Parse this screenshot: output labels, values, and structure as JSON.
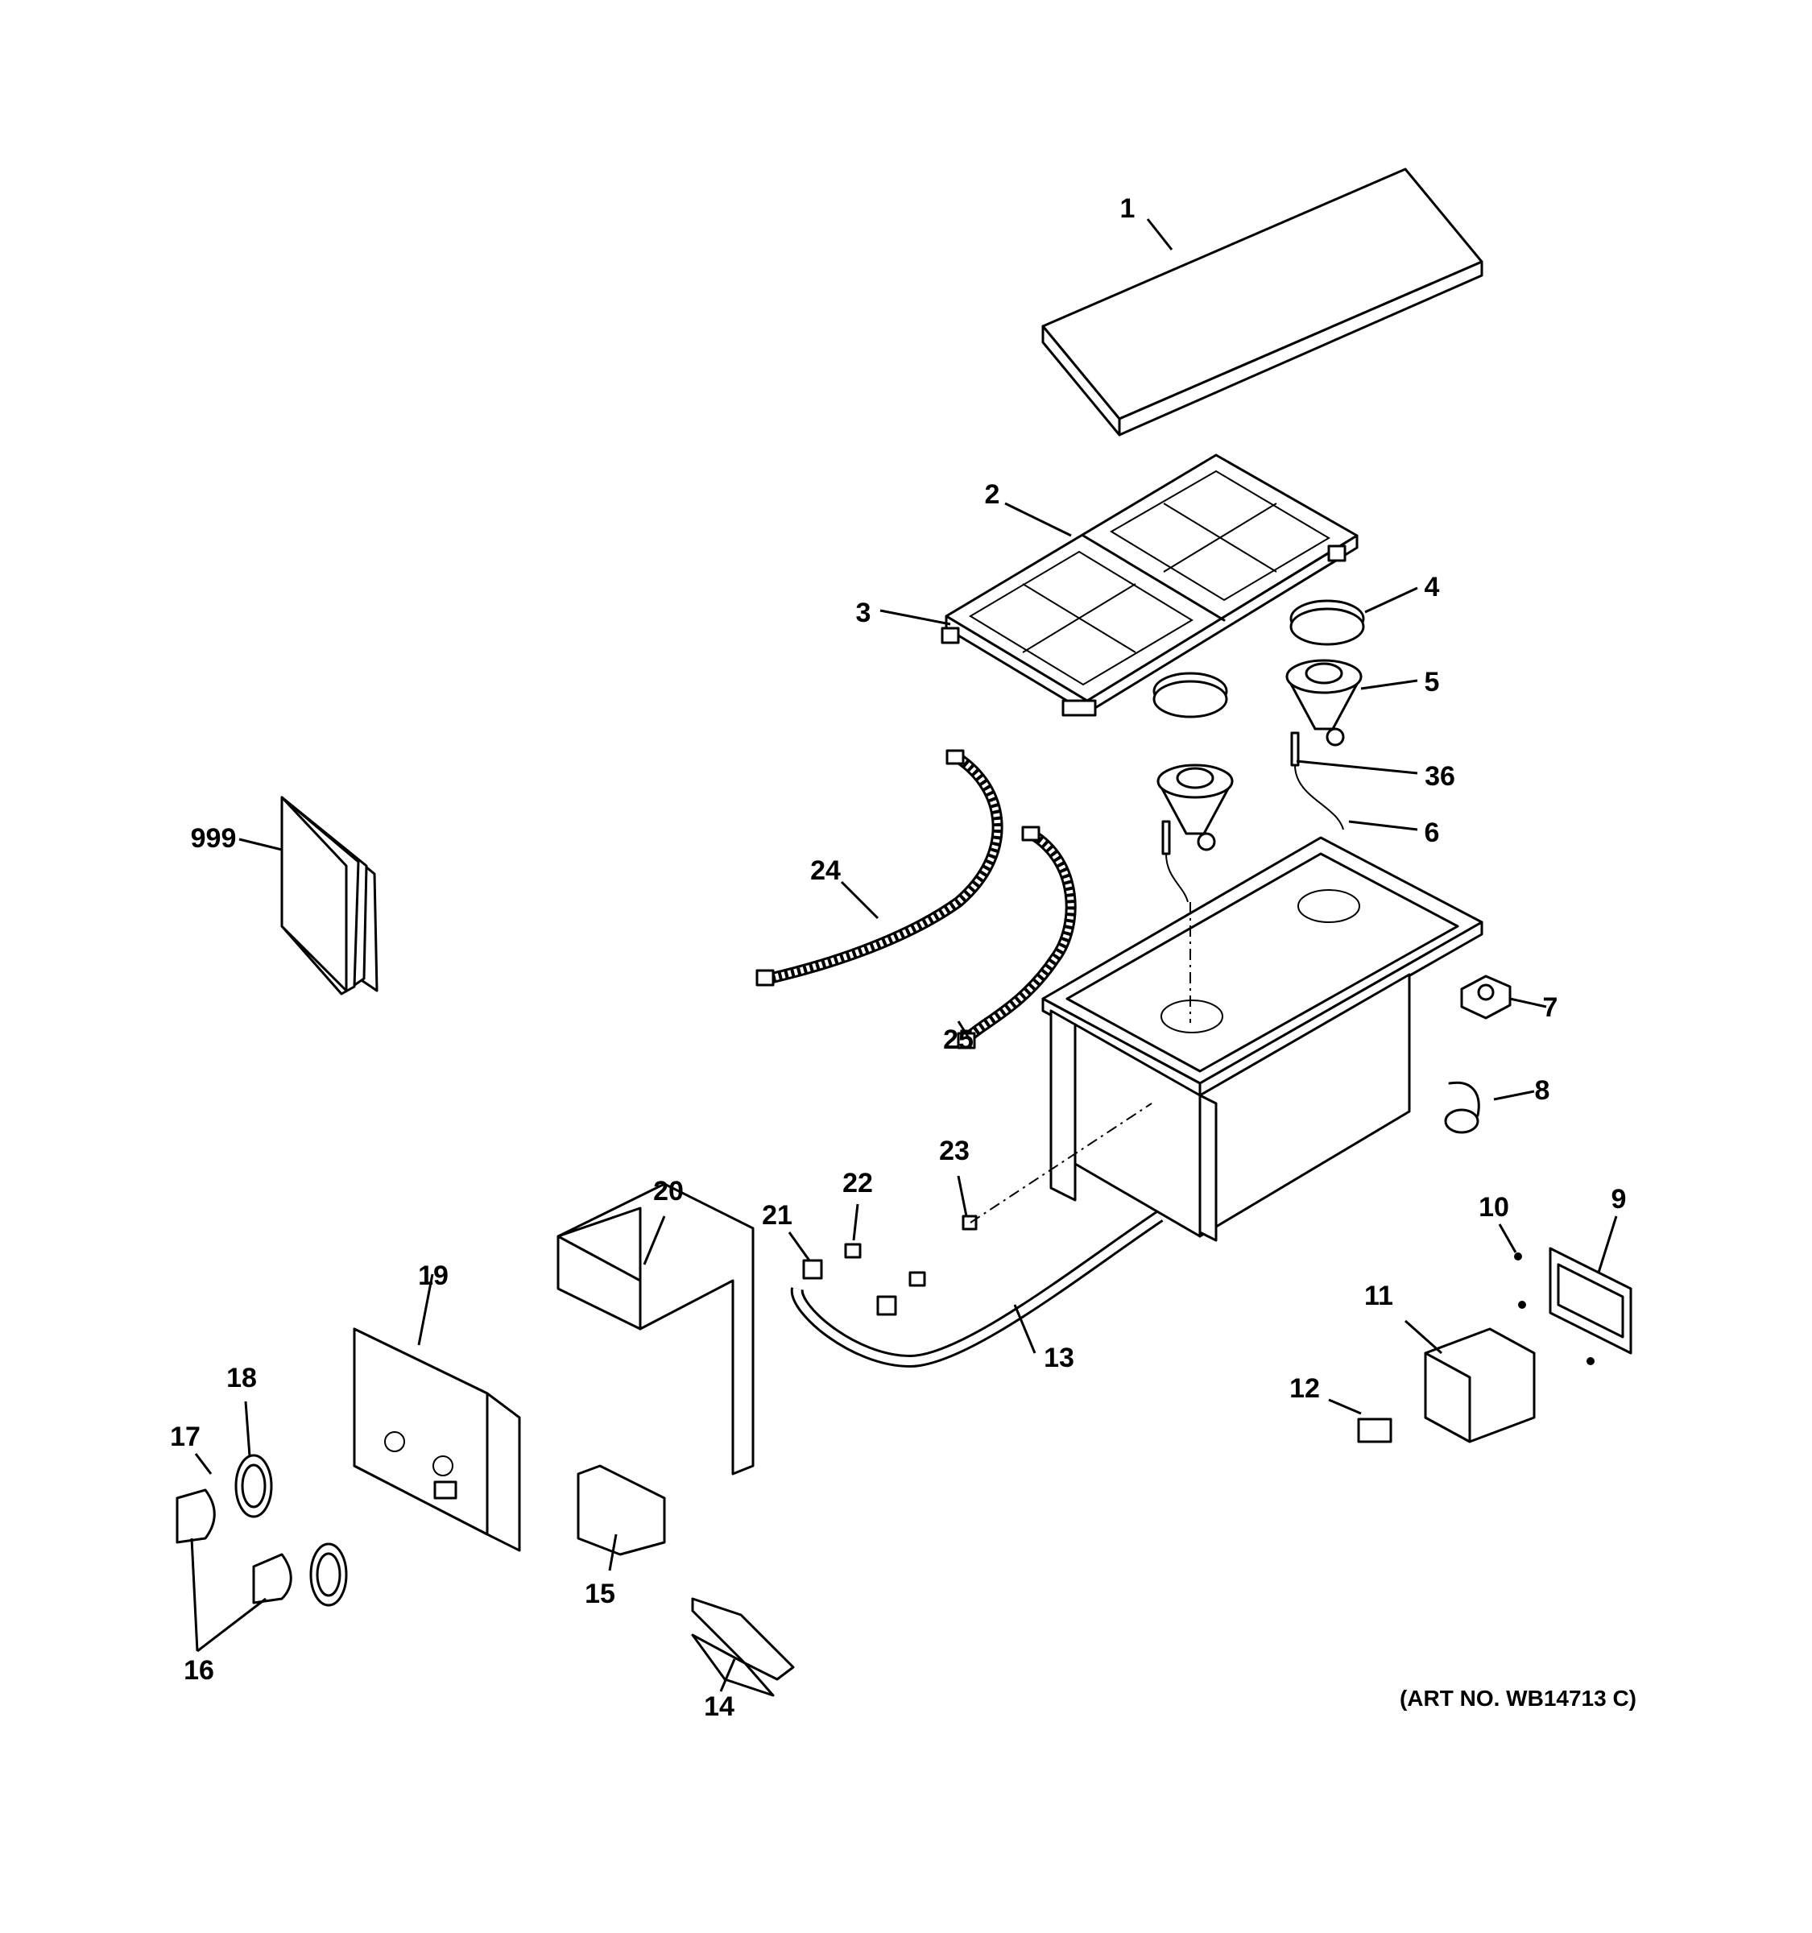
{
  "callouts": [
    "1",
    "2",
    "3",
    "4",
    "5",
    "36",
    "6",
    "999",
    "24",
    "25",
    "7",
    "8",
    "22",
    "23",
    "20",
    "21",
    "9",
    "10",
    "19",
    "11",
    "18",
    "13",
    "17",
    "12",
    "15",
    "16",
    "14"
  ],
  "art_number": "(ART NO. WB14713 C)",
  "colors": {
    "line": "#000000",
    "background": "#ffffff"
  }
}
